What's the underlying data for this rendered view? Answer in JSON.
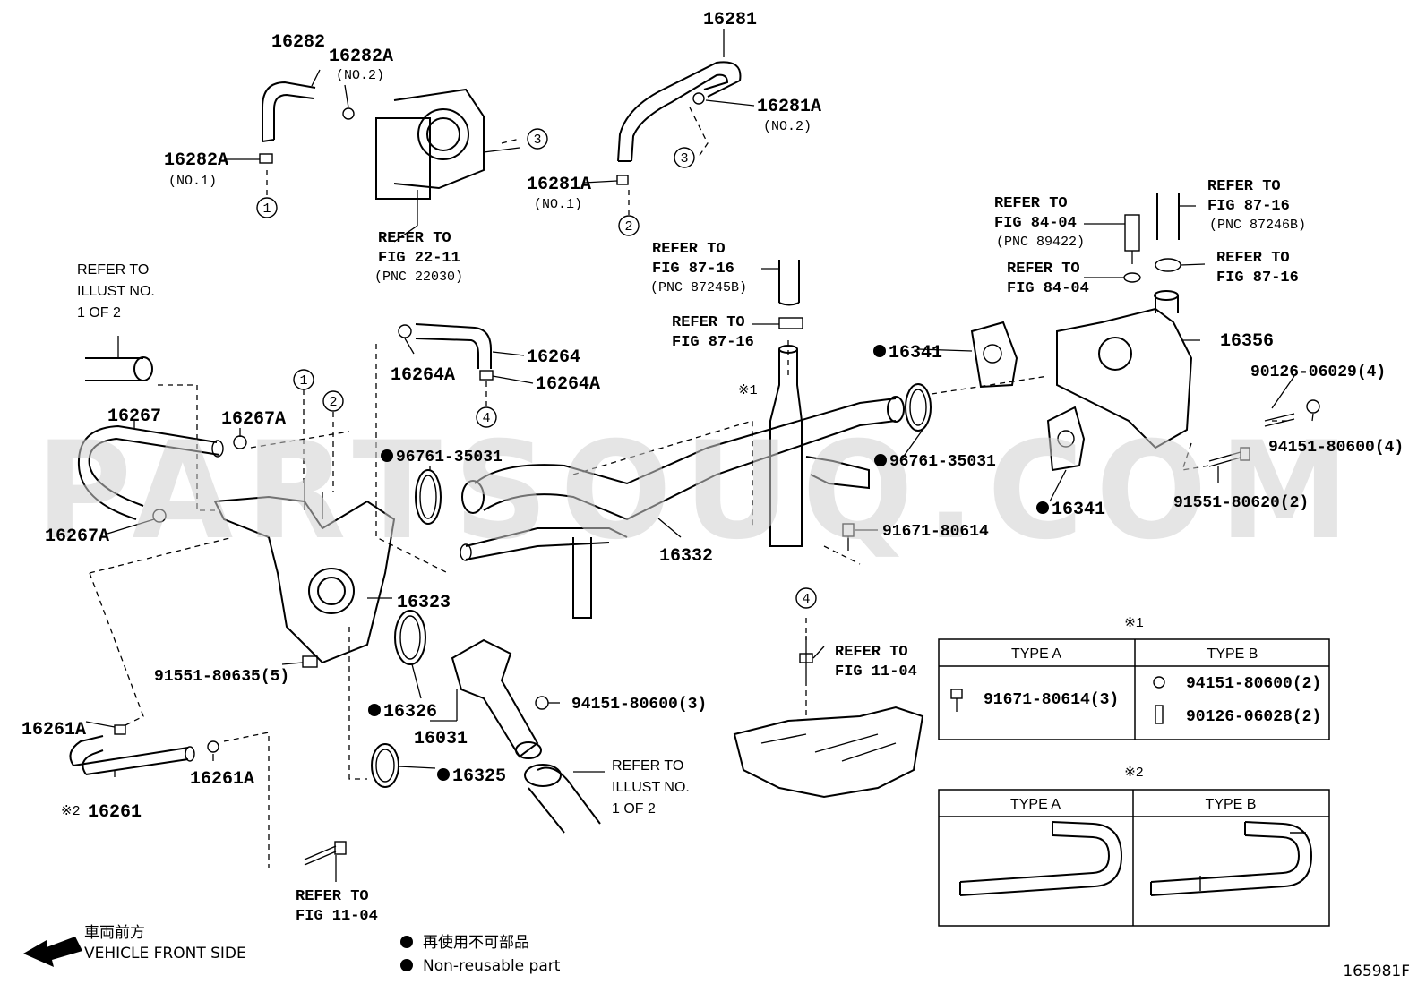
{
  "watermark": "PARTSOUQ.COM",
  "figure_code": "165981F",
  "legend": {
    "front_jp": "車両前方",
    "front_en": "VEHICLE FRONT SIDE",
    "nonreuse_jp": "再使用不可部品",
    "nonreuse_en": "Non-reusable part"
  },
  "circled": [
    "1",
    "2",
    "3",
    "4"
  ],
  "parts": {
    "p16282": "16282",
    "p16282A_top": "16282A",
    "p16282A_top_sub": "(NO.2)",
    "p16282A_left": "16282A",
    "p16282A_left_sub": "(NO.1)",
    "p16281": "16281",
    "p16281A_right": "16281A",
    "p16281A_right_sub": "(NO.2)",
    "p16281A_left": "16281A",
    "p16281A_left_sub": "(NO.1)",
    "p16264": "16264",
    "p16264A_a": "16264A",
    "p16264A_b": "16264A",
    "p16267": "16267",
    "p16267A_a": "16267A",
    "p16267A_b": "16267A",
    "p96761_a": "96761-35031",
    "p96761_b": "96761-35031",
    "p16332": "16332",
    "p16341_a": "16341",
    "p16341_b": "16341",
    "p16356": "16356",
    "p90126": "90126-06029(4)",
    "p94151_4": "94151-80600(4)",
    "p91551_2": "91551-80620(2)",
    "p91671": "91671-80614",
    "p16323": "16323",
    "p91551_5": "91551-80635(5)",
    "p16326": "16326",
    "p16031": "16031",
    "p94151_3": "94151-80600(3)",
    "p16325": "16325",
    "p16261A_a": "16261A",
    "p16261A_b": "16261A",
    "p16261_mark": "※2",
    "p16261": "16261"
  },
  "refs": {
    "r22_11": [
      "REFER TO",
      "FIG 22-11",
      "(PNC 22030)"
    ],
    "r87_16_a": [
      "REFER TO",
      "FIG 87-16",
      "(PNC 87245B)"
    ],
    "r87_16_b": [
      "REFER TO",
      "FIG 87-16"
    ],
    "r84_04_a": [
      "REFER TO",
      "FIG 84-04",
      "(PNC 89422)"
    ],
    "r84_04_b": [
      "REFER TO",
      "FIG 84-04"
    ],
    "r87_16_c": [
      "REFER TO",
      "FIG 87-16",
      "(PNC 87246B)"
    ],
    "r87_16_d": [
      "REFER TO",
      "FIG 87-16"
    ],
    "r11_04_a": [
      "REFER TO",
      "FIG 11-04"
    ],
    "r11_04_b": [
      "REFER TO",
      "FIG 11-04"
    ],
    "illust_a": [
      "REFER TO",
      "ILLUST NO.",
      "1 OF 2"
    ],
    "illust_b": [
      "REFER TO",
      "ILLUST NO.",
      "1 OF 2"
    ]
  },
  "note1_mark": "※1",
  "note2_mark": "※1",
  "table1": {
    "mark": "※1",
    "type_a": "TYPE A",
    "type_b": "TYPE B",
    "a_part": "91671-80614(3)",
    "b_part1": "94151-80600(2)",
    "b_part2": "90126-06028(2)"
  },
  "table2": {
    "mark": "※2",
    "type_a": "TYPE A",
    "type_b": "TYPE B"
  }
}
